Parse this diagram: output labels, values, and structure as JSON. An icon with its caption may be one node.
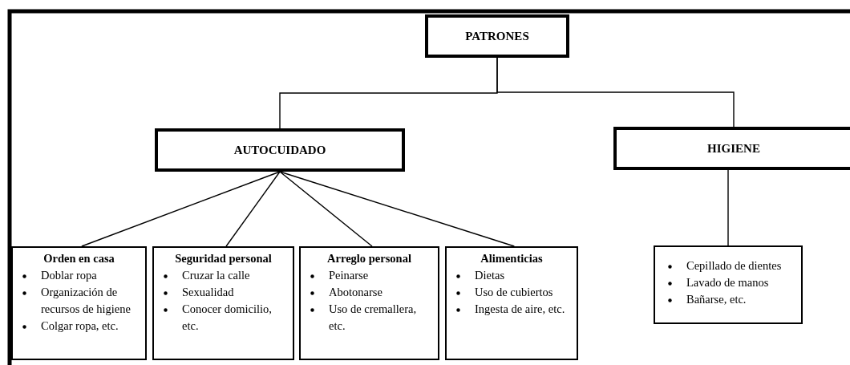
{
  "diagram": {
    "nodes": [
      {
        "text": [
          "PATRONES"
        ]
      },
      {
        "text": [
          "AUTOCUIDADO"
        ]
      },
      {
        "text": [
          "HIGIENE"
        ]
      },
      {
        "text": [
          "Orden en casa",
          "Doblar ropa",
          "Organización de recursos de higiene",
          "Colgar ropa, etc."
        ]
      },
      {
        "text": [
          "Seguridad personal",
          "Cruzar la calle",
          "Sexualidad",
          "Conocer domicilio, etc."
        ]
      },
      {
        "text": [
          "Arreglo personal",
          "Peinarse",
          "Abotonarse",
          "Uso de cremallera, etc."
        ]
      },
      {
        "text": [
          "Alimenticias",
          "Dietas",
          "Uso de cubiertos",
          "Ingesta de aire, etc."
        ]
      },
      {
        "text": [
          "Cepillado de dientes",
          "Lavado de manos",
          "Bañarse, etc."
        ]
      }
    ],
    "edges": [
      {
        "from": 0,
        "to": 1,
        "arrow": "none"
      },
      {
        "from": 0,
        "to": 2,
        "arrow": "none"
      },
      {
        "from": 1,
        "to": 3,
        "arrow": "none"
      },
      {
        "from": 1,
        "to": 4,
        "arrow": "none"
      },
      {
        "from": 1,
        "to": 5,
        "arrow": "none"
      },
      {
        "from": 1,
        "to": 6,
        "arrow": "none"
      },
      {
        "from": 2,
        "to": 7,
        "arrow": "none"
      }
    ]
  }
}
